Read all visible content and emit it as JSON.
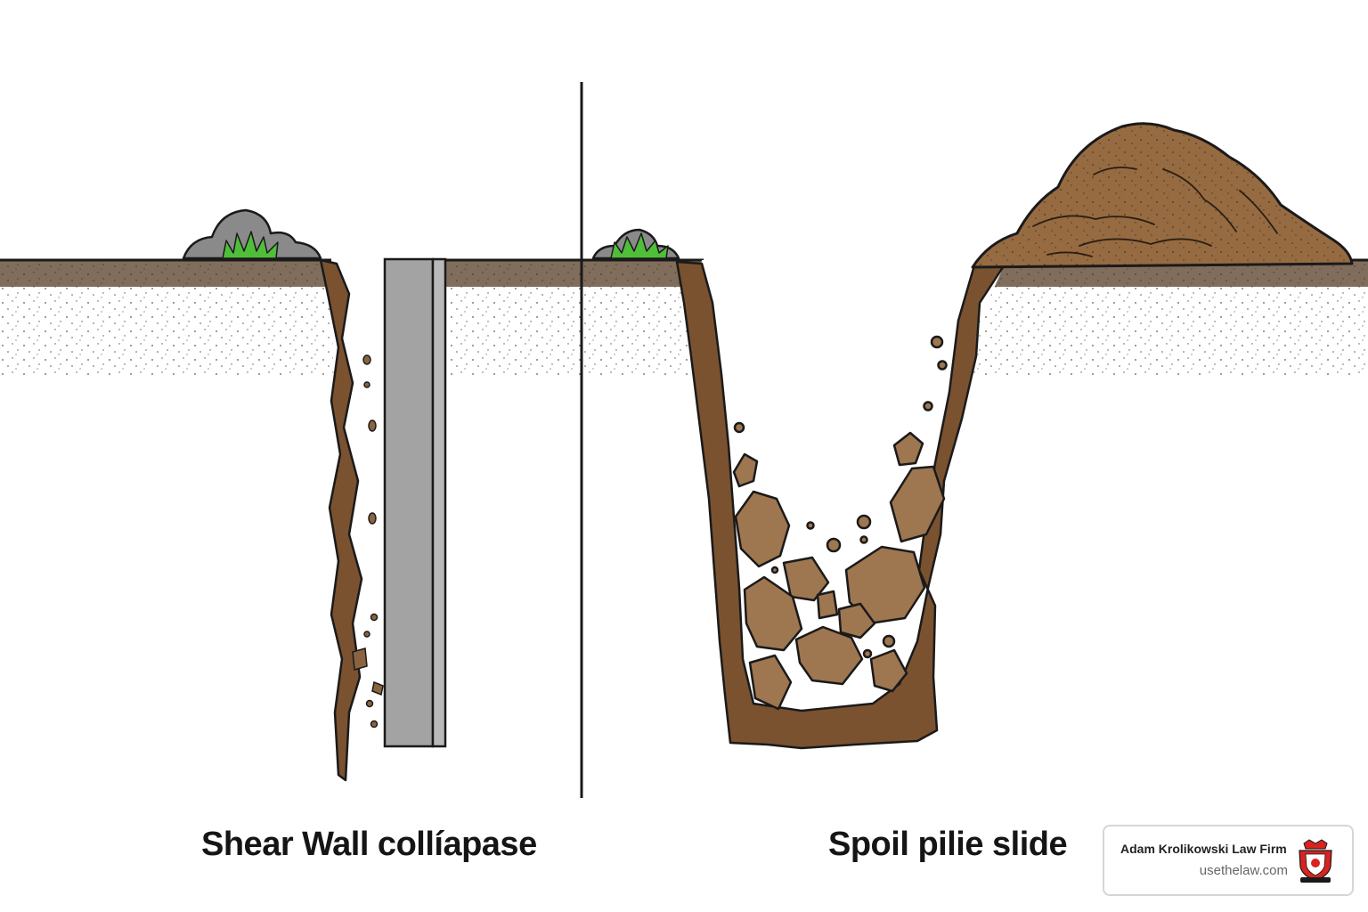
{
  "captions": {
    "left": "Shear Wall collíapase",
    "right": "Spoil pilie slide"
  },
  "brand": {
    "name": "Adam Krolikowski Law Firm",
    "url": "usethelaw.com",
    "logo_icon": "law-firm-crest-icon"
  },
  "colors": {
    "soil_top": "#8e6a44",
    "soil_mid": "#b39672",
    "soil_fade": "#ffffff",
    "topsoil": "#6b5440",
    "shoring": "#a3a3a3",
    "trench_wall": "#7a5230",
    "rock": "#9e7650",
    "spoil_pile": "#966b42",
    "grass": "#4fbf3a",
    "stone": "#8a8a8a",
    "crest_red": "#d8231f"
  }
}
